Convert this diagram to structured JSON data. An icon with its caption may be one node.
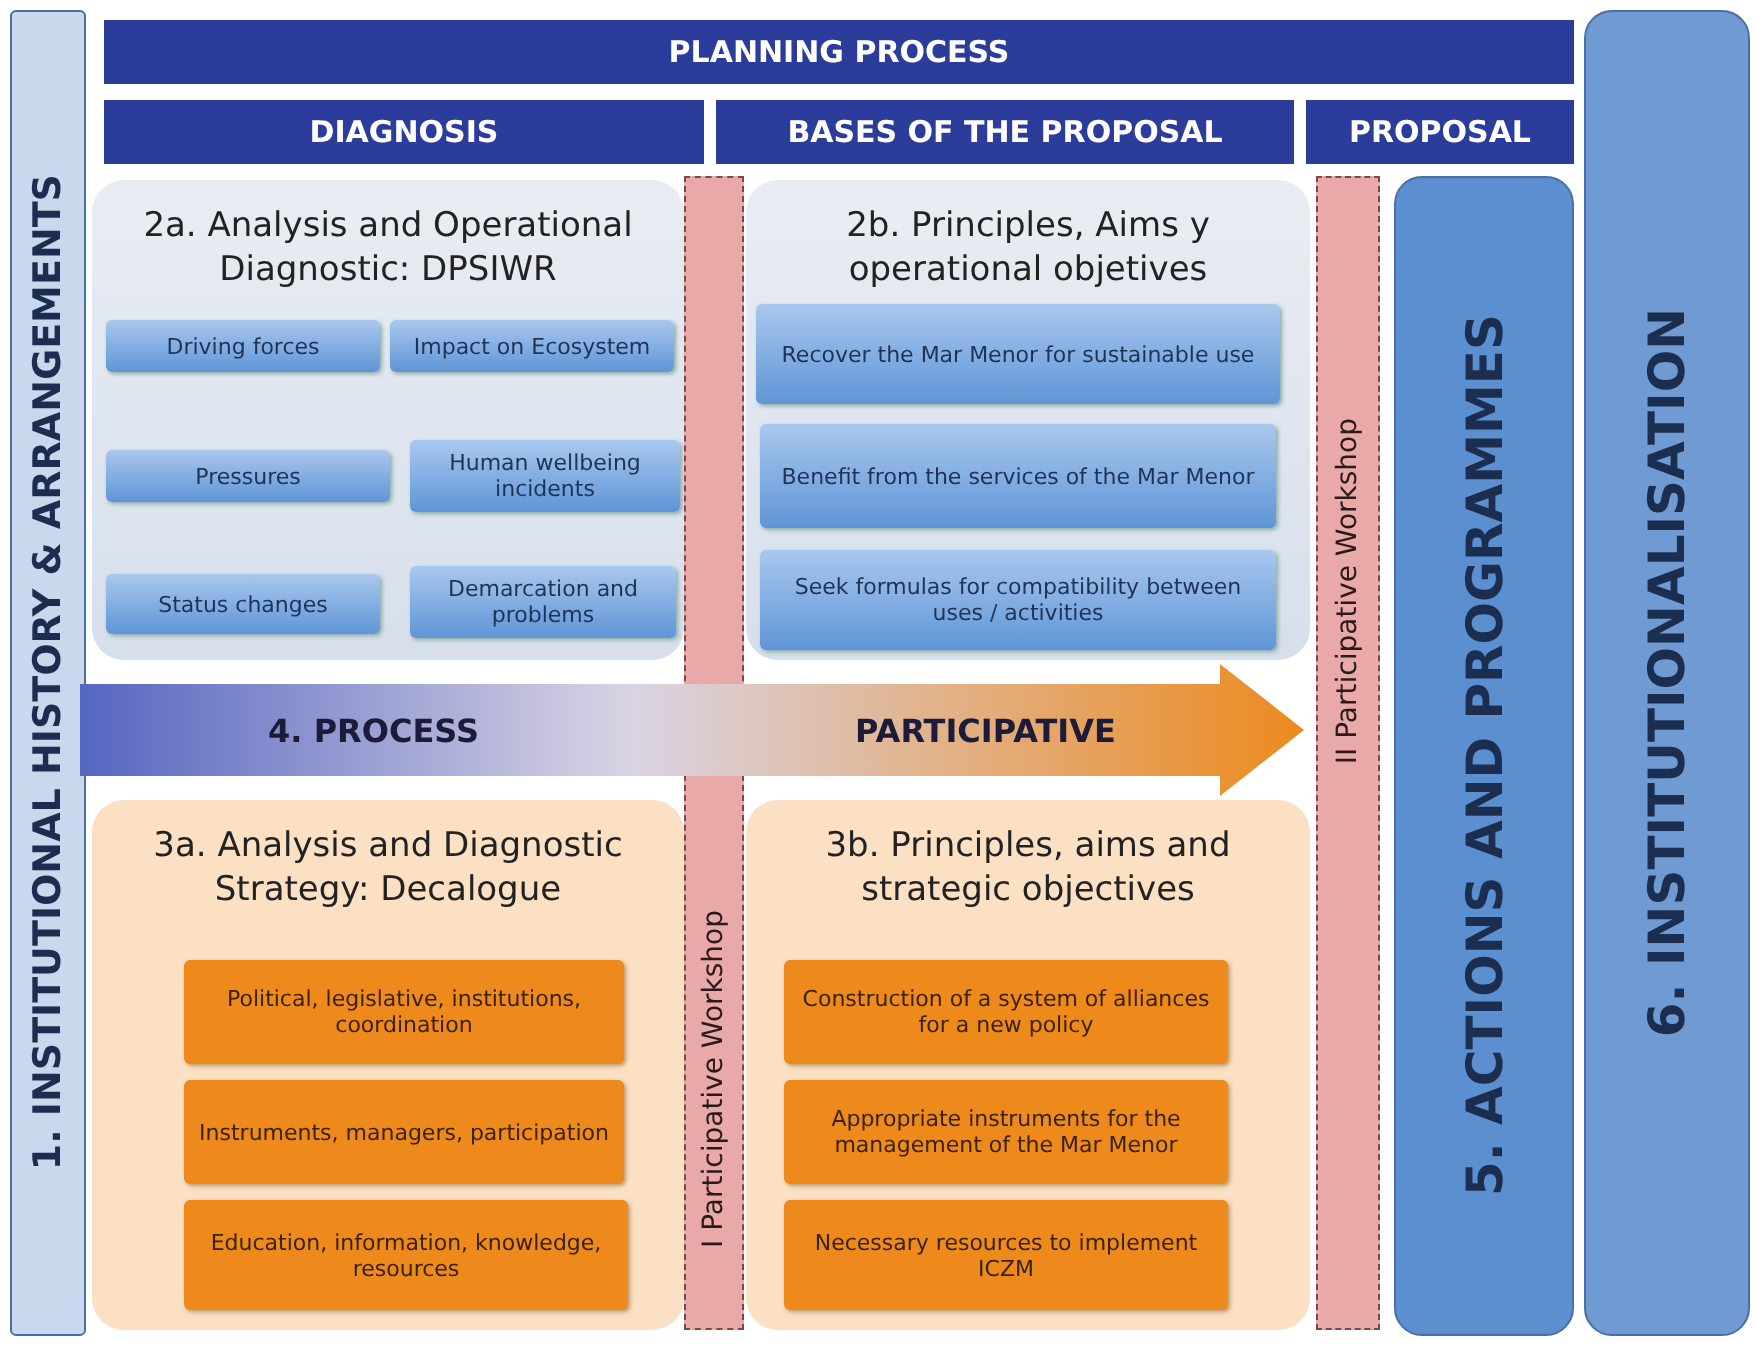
{
  "diagram": {
    "nodes": [
      {
        "text": [
          "1. INSTITUTIONAL HISTORY & ARRANGEMENTS"
        ]
      },
      {
        "text": [
          "PLANNING PROCESS"
        ]
      },
      {
        "text": [
          "DIAGNOSIS"
        ]
      },
      {
        "text": [
          "BASES OF THE PROPOSAL"
        ]
      },
      {
        "text": [
          "PROPOSAL"
        ]
      },
      {
        "text": [
          "6. INSTITUTIONALISATION"
        ]
      },
      {
        "text": [
          "2a. Analysis and Operational Diagnostic: DPSIWR"
        ]
      },
      {
        "text": [
          "Driving forces"
        ],
        "in": 6
      },
      {
        "text": [
          "Impact on Ecosystem"
        ],
        "in": 6
      },
      {
        "text": [
          "Pressures"
        ],
        "in": 6
      },
      {
        "text": [
          "Human wellbeing incidents"
        ],
        "in": 6
      },
      {
        "text": [
          "Status changes"
        ],
        "in": 6
      },
      {
        "text": [
          "Demarcation and problems"
        ],
        "in": 6
      },
      {
        "text": [
          "I Participative Workshop"
        ]
      },
      {
        "text": [
          "2b. Principles, Aims y operational objetives"
        ]
      },
      {
        "text": [
          "Recover the Mar Menor for sustainable use"
        ],
        "in": 14
      },
      {
        "text": [
          "Benefit from the services of the Mar Menor"
        ],
        "in": 14
      },
      {
        "text": [
          "Seek formulas for compatibility between uses / activities"
        ],
        "in": 14
      },
      {
        "text": [
          "II Participative Workshop"
        ]
      },
      {
        "text": [
          "5. ACTIONS AND PROGRAMMES"
        ]
      },
      {
        "text": [
          "4. PROCESS",
          "PARTICIPATIVE"
        ]
      },
      {
        "text": [
          "3a. Analysis and Diagnostic Strategy: Decalogue"
        ]
      },
      {
        "text": [
          "Political, legislative, institutions, coordination"
        ],
        "in": 21
      },
      {
        "text": [
          "Instruments, managers, participation"
        ],
        "in": 21
      },
      {
        "text": [
          "Education, information, knowledge, resources"
        ],
        "in": 21
      },
      {
        "text": [
          "3b. Principles, aims and strategic objectives"
        ]
      },
      {
        "text": [
          "Construction of a system of alliances for a new policy"
        ],
        "in": 25
      },
      {
        "text": [
          "Appropriate instruments for the management of the Mar Menor"
        ],
        "in": 25
      },
      {
        "text": [
          "Necessary resources to implement ICZM"
        ],
        "in": 25
      }
    ],
    "edges": []
  }
}
